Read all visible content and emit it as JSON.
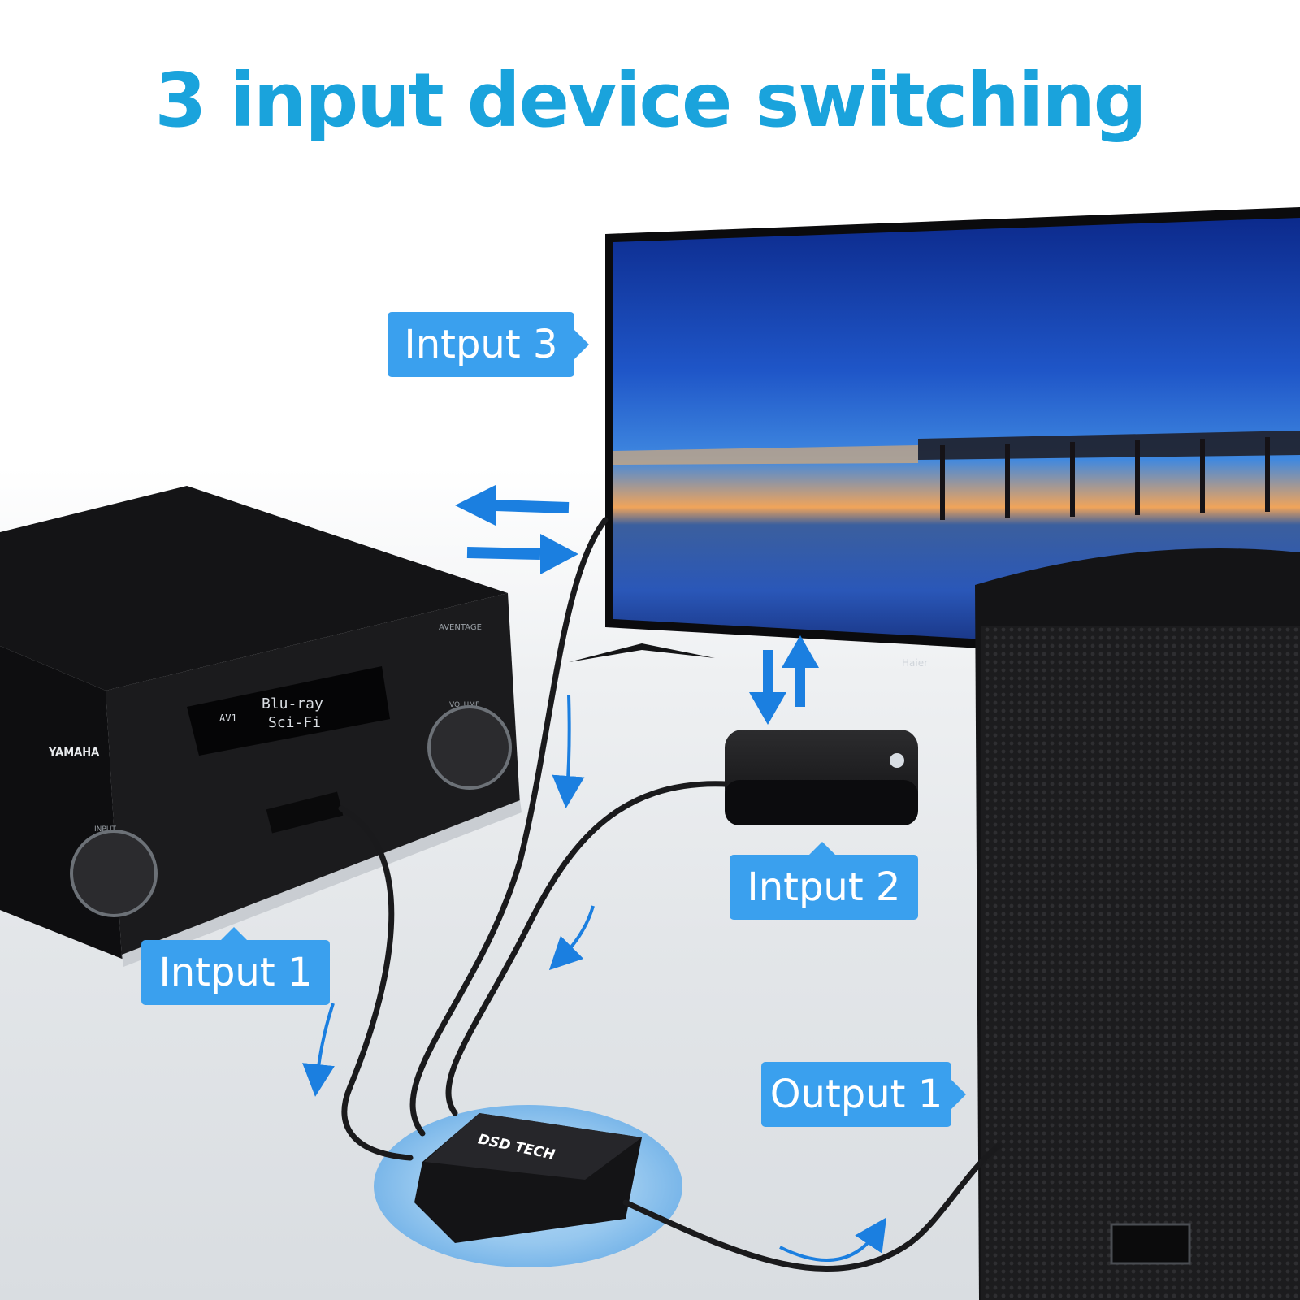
{
  "headline": "3 input device switching",
  "callouts": {
    "input3": "Intput 3",
    "input2": "Intput 2",
    "input1": "Intput 1",
    "output1": "Output 1"
  },
  "receiver": {
    "brand": "YAMAHA",
    "series": "AVENTAGE",
    "display_source": "AV1",
    "display_line1": "Blu-ray",
    "display_line2": "Sci-Fi",
    "volume_label": "VOLUME",
    "input_label": "INPUT"
  },
  "tv": {
    "brand": "Haier"
  },
  "switcher": {
    "brand": "DSD TECH"
  },
  "colors": {
    "headline": "#1aa3dc",
    "callout": "#3aa0ee",
    "arrow": "#1b7fe0"
  },
  "icons": [
    "swap-arrows-icon",
    "down-arrow-icon",
    "curved-arrow-icon"
  ]
}
